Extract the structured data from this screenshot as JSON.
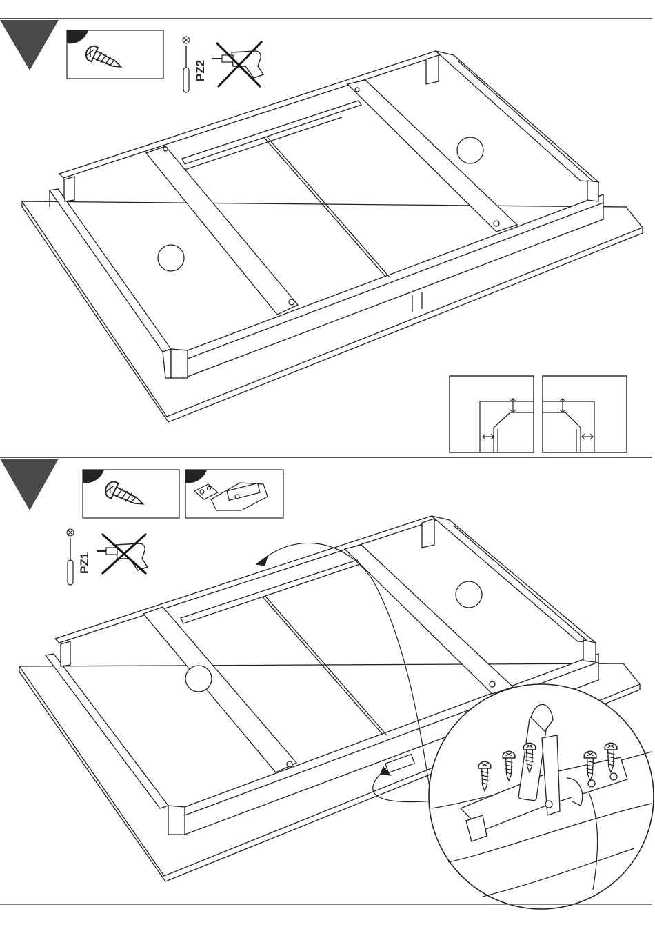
{
  "steps": [
    {
      "tool": {
        "bit": "PZ2",
        "power_drill": "not-allowed"
      },
      "parts": [
        "screw-icon"
      ],
      "detail_insets": [
        "left-corner-gap-detail",
        "right-corner-gap-detail"
      ]
    },
    {
      "tool": {
        "bit": "PZ1",
        "power_drill": "not-allowed"
      },
      "parts": [
        "screw-icon",
        "latch-fitting-icon"
      ],
      "detail_insets": [
        "latch-magnified-detail"
      ]
    }
  ],
  "colors": {
    "line": "#222222",
    "marker": "#4a4a4a",
    "rule": "#555555"
  }
}
